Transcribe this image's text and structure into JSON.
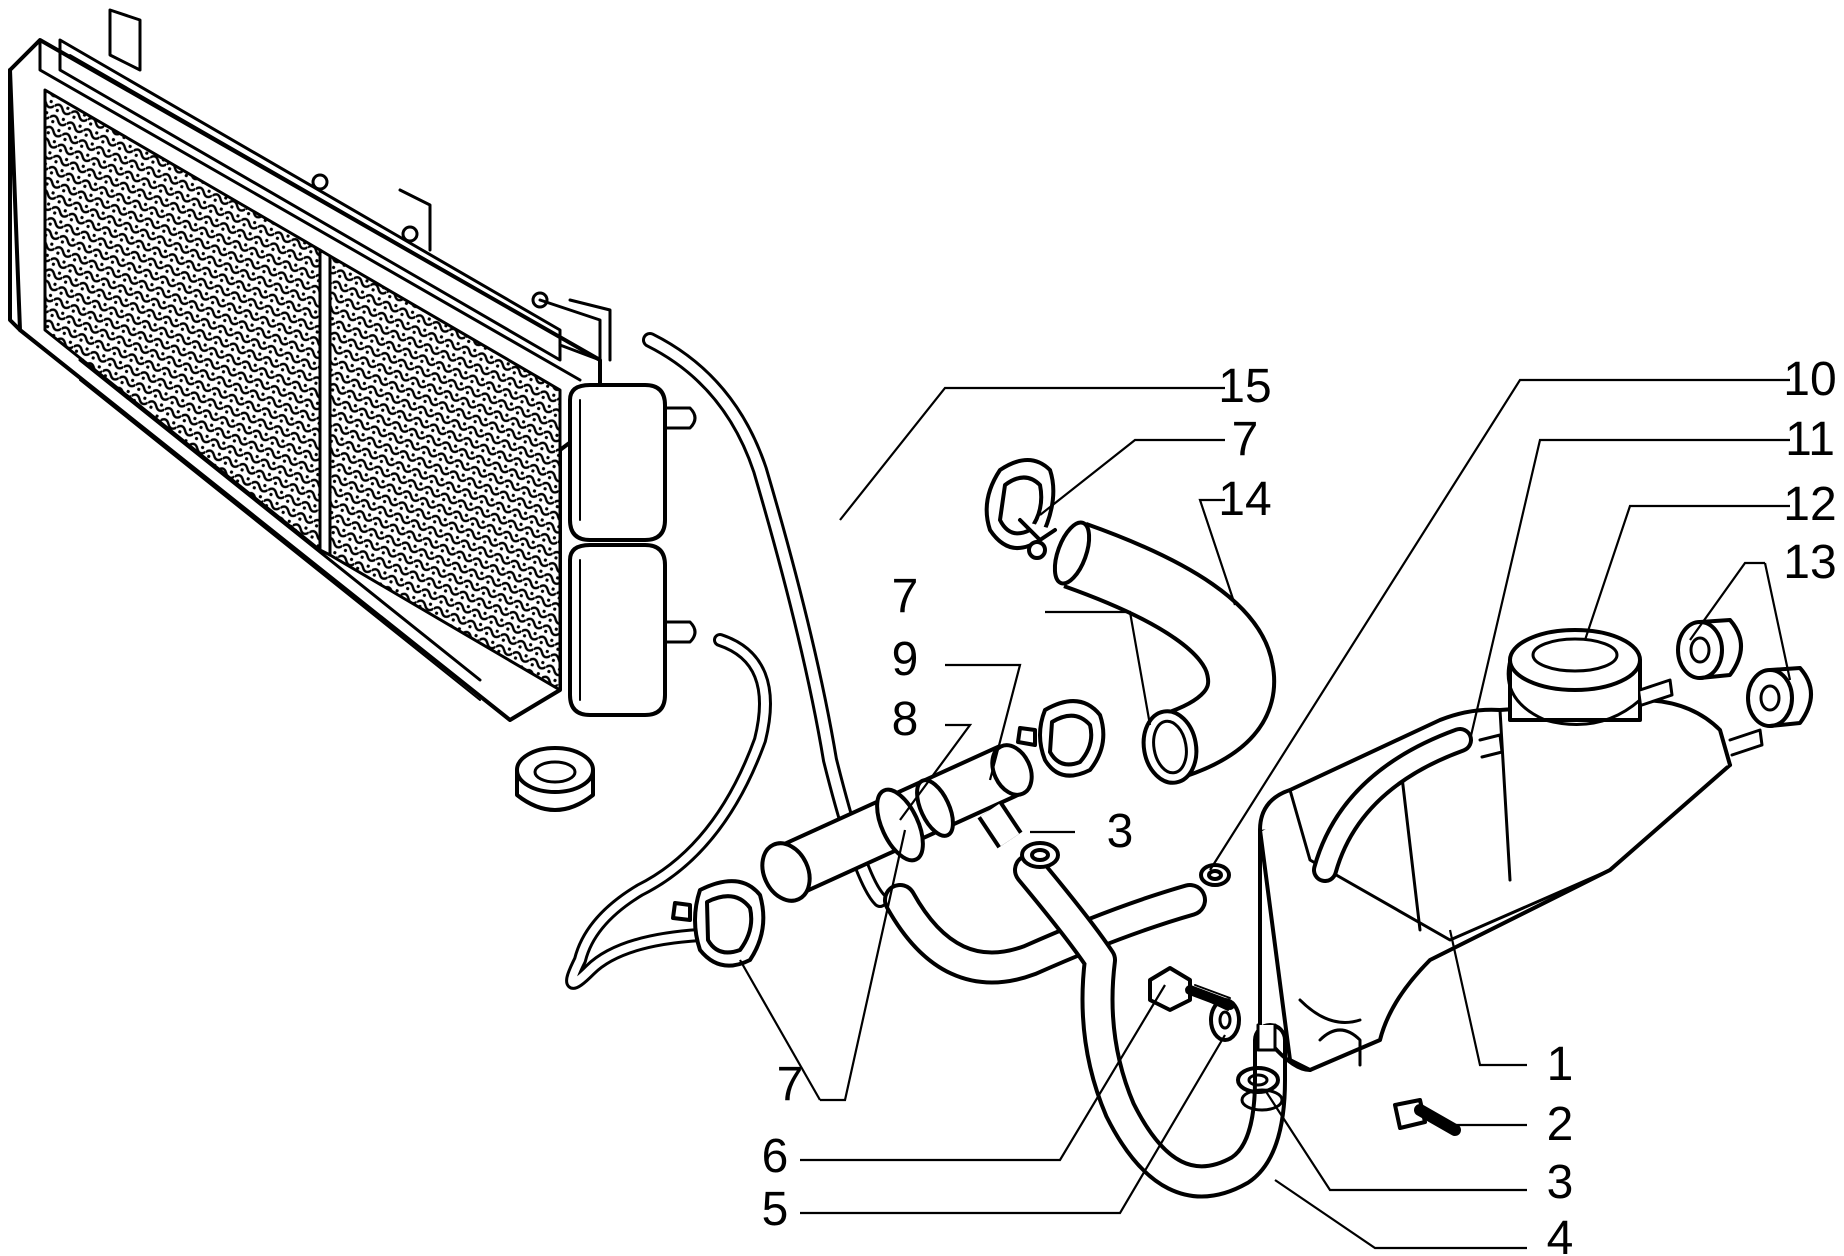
{
  "diagram": {
    "ink_color": "#000000",
    "background_color": "#ffffff",
    "callouts": [
      {
        "id": "c15",
        "label": "15"
      },
      {
        "id": "c7a",
        "label": "7"
      },
      {
        "id": "c14",
        "label": "14"
      },
      {
        "id": "c7b",
        "label": "7"
      },
      {
        "id": "c9",
        "label": "9"
      },
      {
        "id": "c8",
        "label": "8"
      },
      {
        "id": "c3a",
        "label": "3"
      },
      {
        "id": "c10",
        "label": "10"
      },
      {
        "id": "c11",
        "label": "11"
      },
      {
        "id": "c12",
        "label": "12"
      },
      {
        "id": "c13",
        "label": "13"
      },
      {
        "id": "c1",
        "label": "1"
      },
      {
        "id": "c2",
        "label": "2"
      },
      {
        "id": "c3b",
        "label": "3"
      },
      {
        "id": "c4",
        "label": "4"
      },
      {
        "id": "c5",
        "label": "5"
      },
      {
        "id": "c6",
        "label": "6"
      },
      {
        "id": "c7c",
        "label": "7"
      }
    ]
  }
}
